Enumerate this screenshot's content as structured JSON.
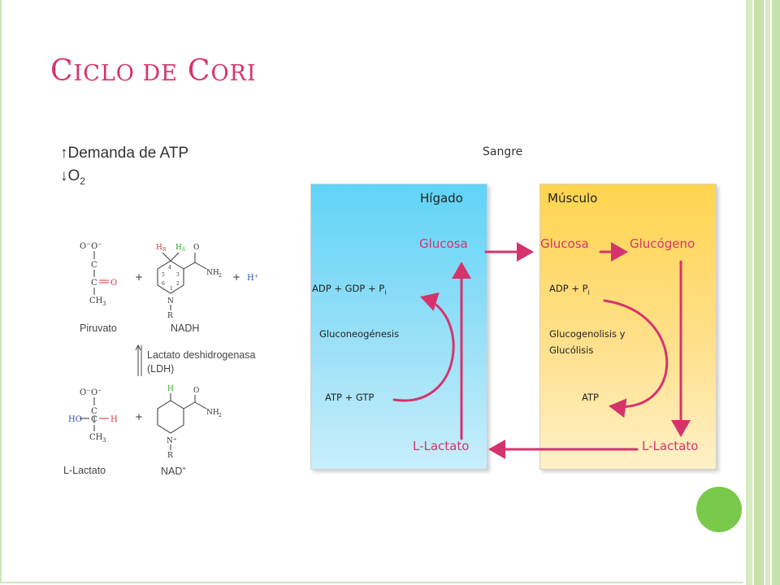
{
  "title": {
    "c1": "C",
    "r1": "ICLO DE",
    "c2": "C",
    "r2": "ORI"
  },
  "left": {
    "demand": "↑Demanda de ATP",
    "o2_arrow": "↓O",
    "o2_sub": "2",
    "piruvato": "Piruvato",
    "nadh": "NADH",
    "enzyme": "Lactato deshidrogenasa",
    "enzyme_abbr": "(LDH)",
    "lactato": "L-Lactato",
    "nad": "NAD",
    "nad_sup": "+",
    "chem": {
      "o_minus": "O⁻",
      "c": "C",
      "o": "O",
      "ch3": "CH",
      "three": "3",
      "hr": "H",
      "r_sub": "R",
      "hs": "H",
      "s_sub": "S",
      "nh2": "NH",
      "two": "2",
      "hplus": "H⁺",
      "plus": "+",
      "n": "N",
      "nplus": "N⁺",
      "r": "R",
      "ho": "HO",
      "h": "H",
      "o2": "O",
      "ring": [
        "4",
        "5",
        "3",
        "6",
        "2",
        "1"
      ]
    }
  },
  "sangre": "Sangre",
  "liver": {
    "title": "Hígado",
    "glucosa": "Glucosa",
    "adp_gdp": "ADP + GDP + P",
    "pi_sub": "i",
    "process": "Gluconeogénesis",
    "atp_gtp": "ATP + GTP",
    "lactato": "L-Lactato"
  },
  "muscle": {
    "title": "Músculo",
    "glucosa": "Glucosa",
    "glucogeno": "Glucógeno",
    "adp": "ADP + P",
    "pi_sub": "i",
    "process1": "Glucogenolisis y",
    "process2": "Glucólisis",
    "atp": "ATP",
    "lactato": "L-Lactato"
  },
  "colors": {
    "accent": "#d6336c",
    "liver": "#5fd3f7",
    "muscle": "#ffd44f",
    "stripe": "#cfe5b7",
    "dot": "#79c94a"
  }
}
